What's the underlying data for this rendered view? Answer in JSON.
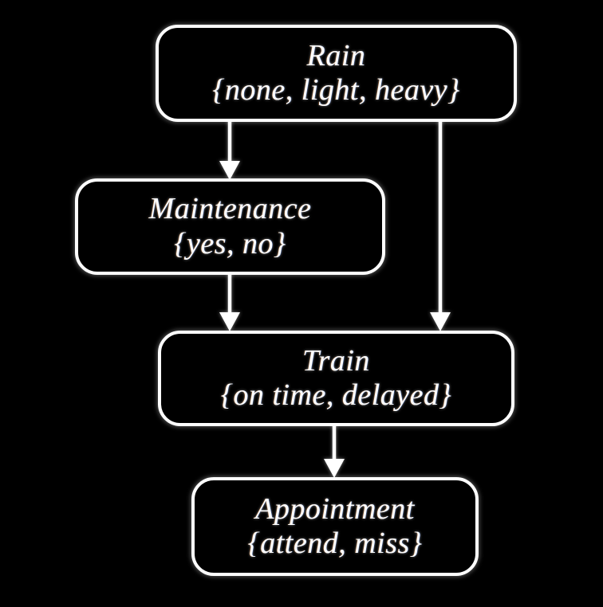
{
  "diagram": {
    "type": "bayesian-network",
    "background_color": "#000000",
    "node_color": "#000000",
    "stroke_color": "#ffffff",
    "nodes": [
      {
        "id": "rain",
        "name": "Rain",
        "states_text": "{none, light, heavy}",
        "states": [
          "none",
          "light",
          "heavy"
        ]
      },
      {
        "id": "maintenance",
        "name": "Maintenance",
        "states_text": "{yes, no}",
        "states": [
          "yes",
          "no"
        ]
      },
      {
        "id": "train",
        "name": "Train",
        "states_text": "{on time, delayed}",
        "states": [
          "on time",
          "delayed"
        ]
      },
      {
        "id": "appointment",
        "name": "Appointment",
        "states_text": "{attend, miss}",
        "states": [
          "attend",
          "miss"
        ]
      }
    ],
    "edges": [
      {
        "id": "rain-to-maintenance",
        "from": "Rain",
        "to": "Maintenance"
      },
      {
        "id": "rain-to-train",
        "from": "Rain",
        "to": "Train"
      },
      {
        "id": "maintenance-to-train",
        "from": "Maintenance",
        "to": "Train"
      },
      {
        "id": "train-to-appointment",
        "from": "Train",
        "to": "Appointment"
      }
    ]
  }
}
